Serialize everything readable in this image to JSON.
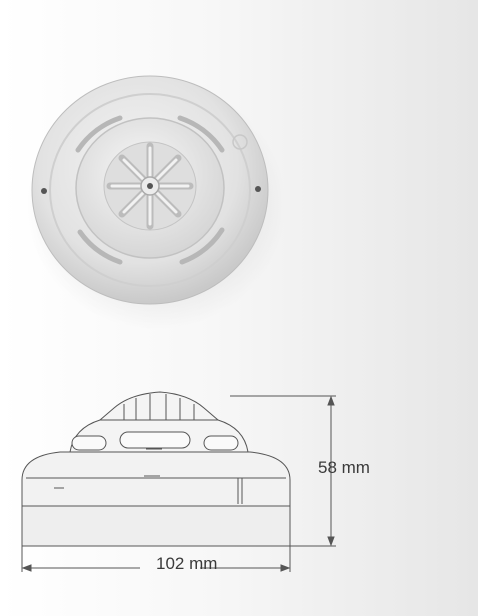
{
  "dimensions": {
    "height_label": "58 mm",
    "width_label": "102 mm"
  },
  "icons": {
    "photo": "detector-photo",
    "drawing": "detector-side-view-drawing"
  },
  "colors": {
    "background": "#efefef",
    "device_body": "#ececec",
    "line": "#555555"
  }
}
